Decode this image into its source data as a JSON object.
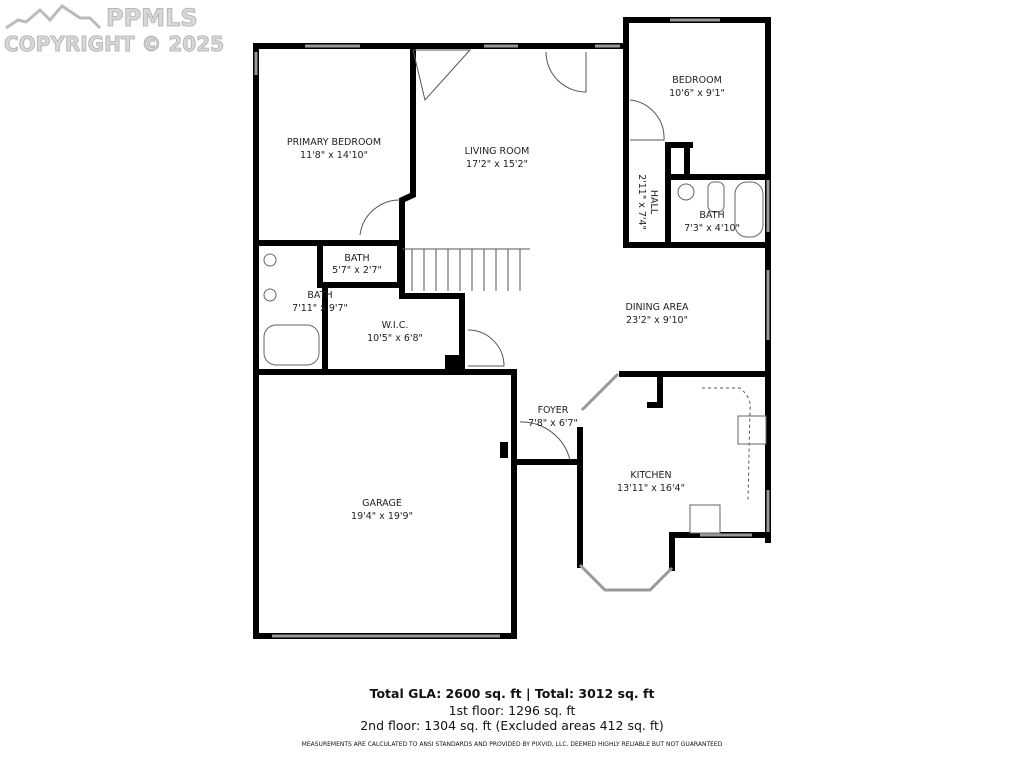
{
  "watermark": {
    "brand": "PPMLS",
    "copyright": "COPYRIGHT © 2025"
  },
  "rooms": {
    "primary_bedroom": {
      "name": "PRIMARY BEDROOM",
      "dim": "11'8\" x 14'10\""
    },
    "living_room": {
      "name": "LIVING ROOM",
      "dim": "17'2\" x 15'2\""
    },
    "bedroom": {
      "name": "BEDROOM",
      "dim": "10'6\" x 9'1\""
    },
    "hall": {
      "name": "HALL",
      "dim": "2'11\" x 7'4\""
    },
    "bath_upper": {
      "name": "BATH",
      "dim": "7'3\" x 4'10\""
    },
    "bath_small": {
      "name": "BATH",
      "dim": "5'7\" x 2'7\""
    },
    "bath_primary": {
      "name": "BATH",
      "dim": "7'11\" x 9'7\""
    },
    "wic": {
      "name": "W.I.C.",
      "dim": "10'5\" x 6'8\""
    },
    "dining_area": {
      "name": "DINING AREA",
      "dim": "23'2\" x 9'10\""
    },
    "foyer": {
      "name": "FOYER",
      "dim": "7'8\" x 6'7\""
    },
    "kitchen": {
      "name": "KITCHEN",
      "dim": "13'11\" x 16'4\""
    },
    "garage": {
      "name": "GARAGE",
      "dim": "19'4\" x 19'9\""
    }
  },
  "footer": {
    "totals": "Total GLA: 2600 sq. ft | Total: 3012 sq. ft",
    "first_floor": "1st floor: 1296 sq. ft",
    "second_floor": "2nd floor: 1304 sq. ft (Excluded areas 412 sq. ft)",
    "disclaimer": "MEASUREMENTS ARE CALCULATED TO ANSI STANDARDS AND PROVIDED BY PIXVID, LLC. DEEMED HIGHLY RELIABLE BUT NOT GUARANTEED"
  }
}
